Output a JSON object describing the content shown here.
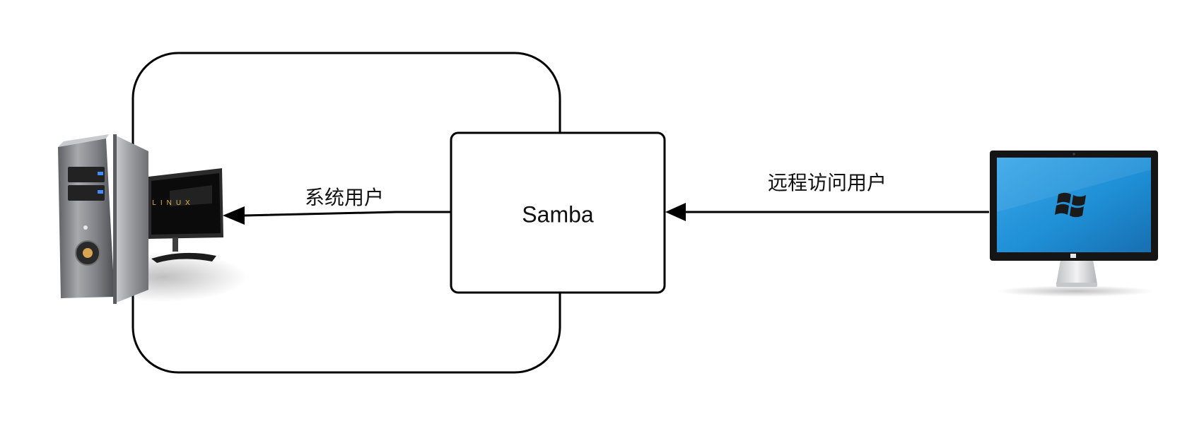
{
  "nodes": {
    "samba": {
      "label": "Samba"
    }
  },
  "edges": {
    "system_user": {
      "label": "系统用户"
    },
    "remote_user": {
      "label": "远程访问用户"
    }
  },
  "icons": {
    "linux_server": {
      "name": "linux-server-icon",
      "badge": "LINUX"
    },
    "windows_monitor": {
      "name": "windows-monitor-icon"
    }
  },
  "colors": {
    "line": "#000000",
    "screen_blue": "#1f8fd6",
    "tower_gray": "#8f9196"
  }
}
